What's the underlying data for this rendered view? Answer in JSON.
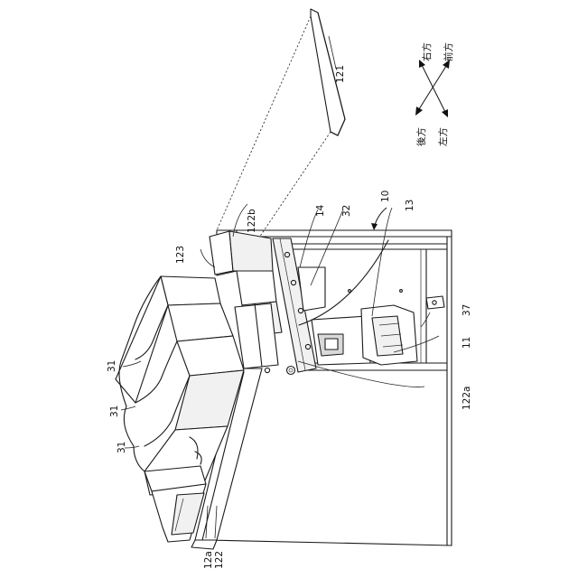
{
  "reference_labels": {
    "l121": "121",
    "l122b": "122b",
    "l14": "14",
    "l32": "32",
    "l10": "10",
    "l13": "13",
    "l123": "123",
    "l37": "37",
    "l11": "11",
    "l122a": "122a",
    "l31_top": "31",
    "l31_mid": "31",
    "l31_bot": "31",
    "l12a": "12a",
    "l122": "122"
  },
  "direction_legend": {
    "right": "右方",
    "front": "前方",
    "rear": "後方",
    "left": "左方"
  }
}
